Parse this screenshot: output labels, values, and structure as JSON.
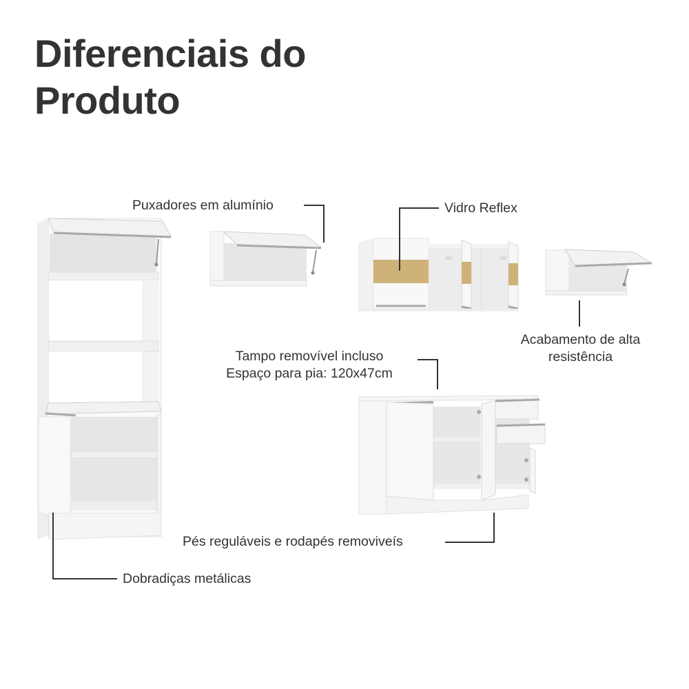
{
  "header": {
    "title_line1": "Diferenciais do",
    "title_line2": "Produto"
  },
  "features": [
    {
      "id": "aluminum-handles",
      "text": "Puxadores em alumínio"
    },
    {
      "id": "reflex-glass",
      "text": "Vidro Reflex"
    },
    {
      "id": "high-resistance-finish",
      "line1": "Acabamento de alta",
      "line2": "resistência"
    },
    {
      "id": "removable-top",
      "line1": "Tampo removível incluso",
      "line2": "Espaço para pia: 120x47cm"
    },
    {
      "id": "adjustable-feet",
      "text": "Pés reguláveis e rodapés removiveís"
    },
    {
      "id": "metal-hinges",
      "text": "Dobradiças metálicas"
    }
  ],
  "colors": {
    "text": "#333333",
    "leader_line": "#333333",
    "cabinet_white": "#f7f7f7",
    "cabinet_interior": "#e6e6e6",
    "handle_aluminum": "#a9a9a9",
    "reflex_glass": "#cfb27a"
  }
}
